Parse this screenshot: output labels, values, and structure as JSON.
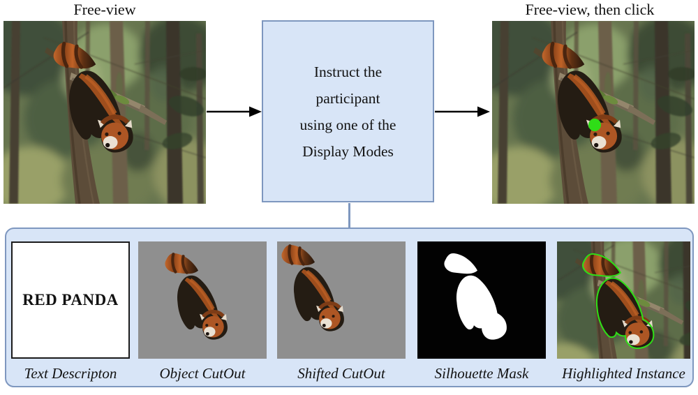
{
  "figure": {
    "top": {
      "left_label": "Free-view",
      "right_label": "Free-view, then click",
      "instruction_lines": [
        "Instruct the",
        "participant",
        "using one of the",
        "Display Modes"
      ]
    },
    "display_modes": [
      {
        "id": "text-description",
        "caption": "Text Descripton",
        "content_text": "RED PANDA"
      },
      {
        "id": "object-cutout",
        "caption": "Object CutOut"
      },
      {
        "id": "shifted-cutout",
        "caption": "Shifted CutOut"
      },
      {
        "id": "silhouette-mask",
        "caption": "Silhouette Mask"
      },
      {
        "id": "highlighted-instance",
        "caption": "Highlighted Instance"
      }
    ],
    "colors": {
      "panel_fill": "#d8e5f7",
      "panel_border": "#7e97bf",
      "accent_green": "#2fdd17",
      "cutout_background": "#8f8f8f",
      "mask_background": "#020202",
      "mask_foreground": "#ffffff",
      "arrow_color": "#000000",
      "text_color": "#121212",
      "text_tile_border": "#1b1b1b"
    }
  }
}
